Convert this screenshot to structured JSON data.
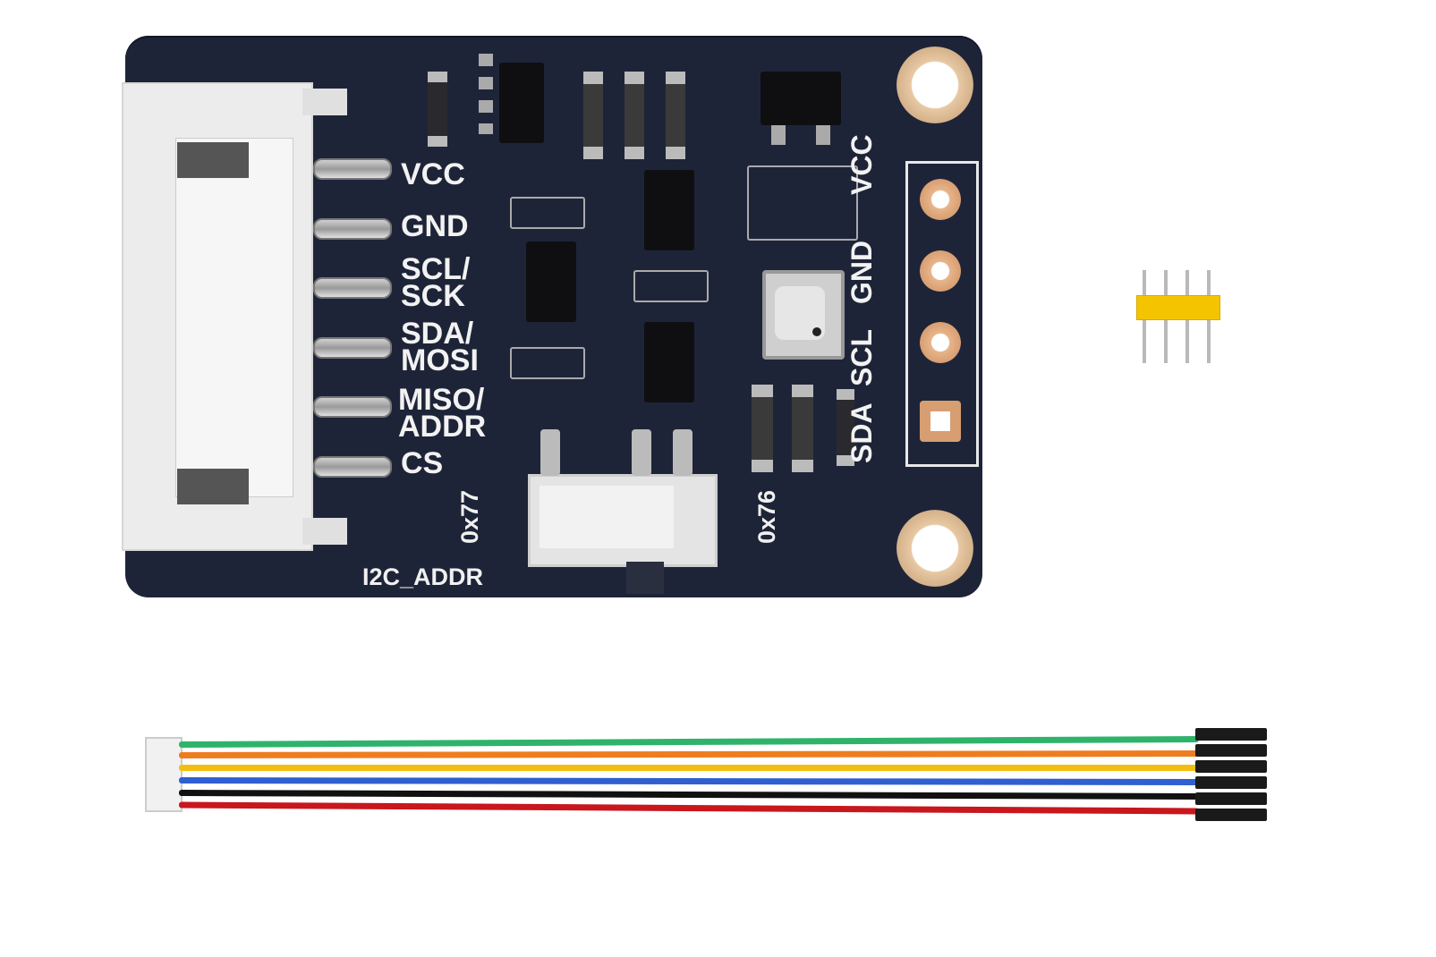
{
  "board": {
    "pins_left": [
      "VCC",
      "GND",
      "SCL/",
      "SCK",
      "SDA/",
      "MOSI",
      "MISO/",
      "ADDR",
      "CS"
    ],
    "header_pins": [
      "VCC",
      "GND",
      "SCL",
      "SDA"
    ],
    "addr_left": "0x77",
    "addr_right": "0x76",
    "switch_label": "I2C_ADDR",
    "colors": {
      "pcb": "#1e2438",
      "silk": "#f2f2f2"
    }
  },
  "accessories": {
    "pin_header_color": "#f5c400",
    "wire_colors": [
      "#2fb36b",
      "#ee7d1f",
      "#f3be12",
      "#2f5fd0",
      "#111111",
      "#c8171d"
    ]
  }
}
